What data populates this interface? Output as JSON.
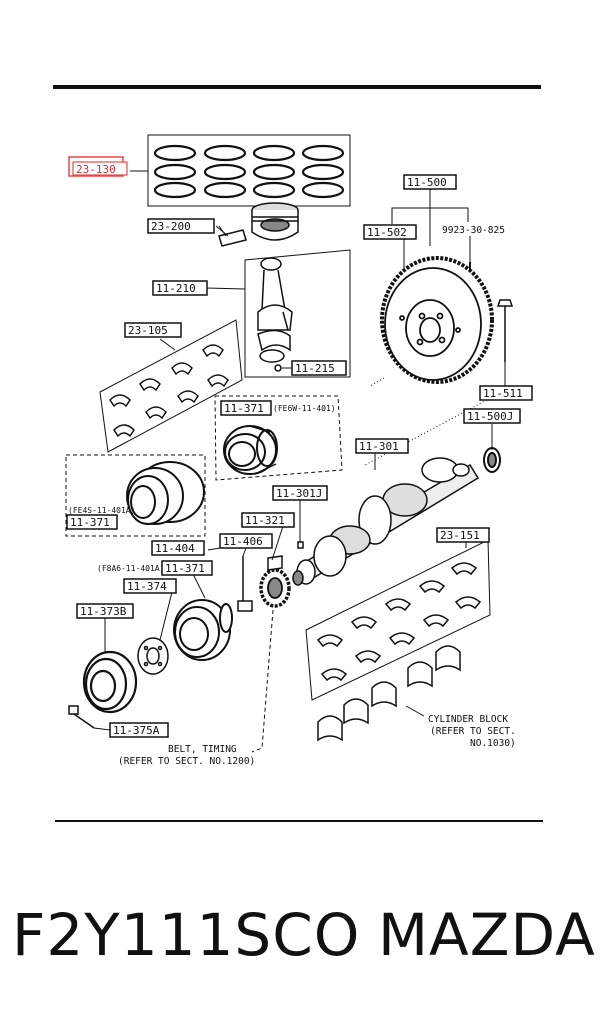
{
  "diagram": {
    "callouts": [
      {
        "id": "c1",
        "text": "23-130",
        "highlight": true
      },
      {
        "id": "c2",
        "text": "23-200"
      },
      {
        "id": "c3",
        "text": "11-210"
      },
      {
        "id": "c4",
        "text": "11-215"
      },
      {
        "id": "c5",
        "text": "23-105"
      },
      {
        "id": "c6",
        "text": "11-500"
      },
      {
        "id": "c7",
        "text": "11-502"
      },
      {
        "id": "c8",
        "text": "9923-30-825"
      },
      {
        "id": "c9",
        "text": "11-511"
      },
      {
        "id": "c10",
        "text": "11-500J"
      },
      {
        "id": "c11",
        "text": "11-371"
      },
      {
        "id": "c12",
        "text": "(FE6W-11-401)"
      },
      {
        "id": "c13",
        "text": "11-301"
      },
      {
        "id": "c14",
        "text": "(FE4S-11-401A)"
      },
      {
        "id": "c15",
        "text": "11-371"
      },
      {
        "id": "c16",
        "text": "11-301J"
      },
      {
        "id": "c17",
        "text": "11-321"
      },
      {
        "id": "c18",
        "text": "11-404"
      },
      {
        "id": "c19",
        "text": "11-406"
      },
      {
        "id": "c20",
        "text": "(F8A6-11-401A)"
      },
      {
        "id": "c21",
        "text": "11-371"
      },
      {
        "id": "c22",
        "text": "11-374"
      },
      {
        "id": "c23",
        "text": "11-373B"
      },
      {
        "id": "c24",
        "text": "23-151"
      },
      {
        "id": "c25",
        "text": "11-375A"
      }
    ],
    "notes": {
      "cylinder_block_1": "CYLINDER BLOCK",
      "cylinder_block_2": "(REFER TO SECT.",
      "cylinder_block_3": "NO.1030)",
      "belt_timing_1": "BELT, TIMING",
      "belt_timing_2": "(REFER TO SECT. NO.1200)"
    },
    "colors": {
      "highlight": "#e8474a",
      "ink": "#111111"
    }
  },
  "footer": {
    "part_code": "F2Y111SCO",
    "brand": "MAZDA"
  }
}
